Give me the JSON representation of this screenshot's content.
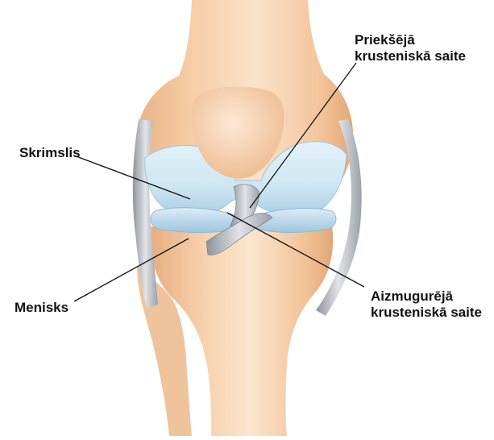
{
  "diagram": {
    "labels": {
      "anterior_cruciate_ligament": {
        "line1": "Priekšējā",
        "line2": "krusteniskā saite"
      },
      "cartilage": "Skrimslis",
      "meniscus": "Menisks",
      "posterior_cruciate_ligament": {
        "line1": "Aizmugurējā",
        "line2": "krusteniskā saite"
      }
    },
    "colors": {
      "bone_light": "#fbe3cb",
      "bone_mid": "#f6cda6",
      "bone_shadow": "#e9b285",
      "cartilage": "#cfe6f3",
      "cartilage_shadow": "#9fc6dd",
      "ligament": "#c9cdd3",
      "ligament_shadow": "#8d939b",
      "leader_line": "#111111"
    }
  }
}
